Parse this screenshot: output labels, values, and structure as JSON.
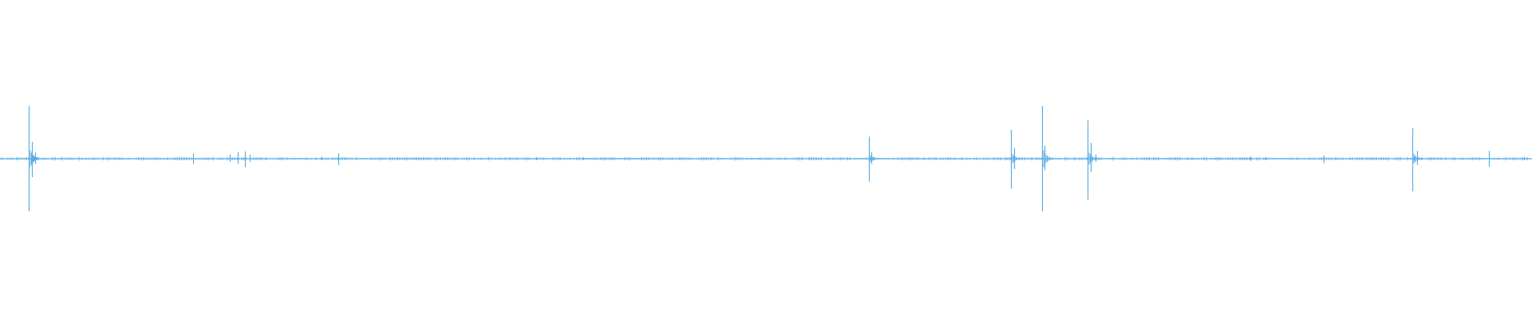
{
  "waveform": {
    "color": "#5dade2",
    "background": "#ffffff",
    "peaks": [
      {
        "t": 0.019,
        "up": 1.0,
        "down": 1.0
      },
      {
        "t": 0.021,
        "up": 0.32,
        "down": 0.35
      },
      {
        "t": 0.023,
        "up": 0.12,
        "down": 0.1
      },
      {
        "t": 0.126,
        "up": 0.1,
        "down": 0.1
      },
      {
        "t": 0.15,
        "up": 0.08,
        "down": 0.06
      },
      {
        "t": 0.155,
        "up": 0.12,
        "down": 0.1
      },
      {
        "t": 0.16,
        "up": 0.14,
        "down": 0.16
      },
      {
        "t": 0.163,
        "up": 0.08,
        "down": 0.06
      },
      {
        "t": 0.21,
        "up": 0.04,
        "down": 0.03
      },
      {
        "t": 0.221,
        "up": 0.1,
        "down": 0.12
      },
      {
        "t": 0.35,
        "up": 0.03,
        "down": 0.03
      },
      {
        "t": 0.38,
        "up": 0.03,
        "down": 0.03
      },
      {
        "t": 0.567,
        "up": 0.42,
        "down": 0.44
      },
      {
        "t": 0.569,
        "up": 0.12,
        "down": 0.1
      },
      {
        "t": 0.66,
        "up": 0.55,
        "down": 0.57
      },
      {
        "t": 0.662,
        "up": 0.2,
        "down": 0.2
      },
      {
        "t": 0.68,
        "up": 1.0,
        "down": 1.0
      },
      {
        "t": 0.682,
        "up": 0.25,
        "down": 0.22
      },
      {
        "t": 0.71,
        "up": 0.73,
        "down": 0.78
      },
      {
        "t": 0.712,
        "up": 0.3,
        "down": 0.25
      },
      {
        "t": 0.715,
        "up": 0.08,
        "down": 0.06
      },
      {
        "t": 0.816,
        "up": 0.04,
        "down": 0.04
      },
      {
        "t": 0.826,
        "up": 0.03,
        "down": 0.03
      },
      {
        "t": 0.864,
        "up": 0.06,
        "down": 0.08
      },
      {
        "t": 0.922,
        "up": 0.58,
        "down": 0.62
      },
      {
        "t": 0.925,
        "up": 0.15,
        "down": 0.12
      },
      {
        "t": 0.972,
        "up": 0.15,
        "down": 0.15
      },
      {
        "t": 0.995,
        "up": 0.03,
        "down": 0.03
      }
    ]
  }
}
